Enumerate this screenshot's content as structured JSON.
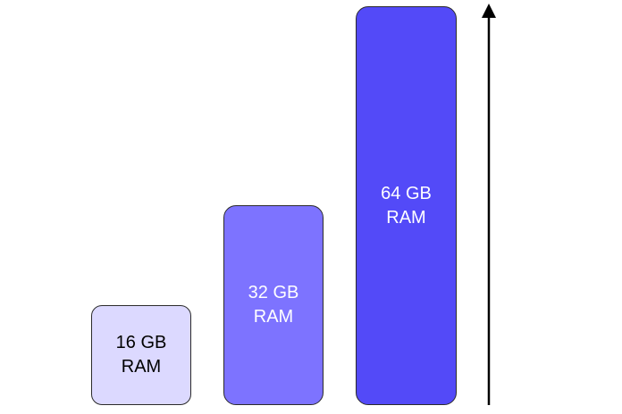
{
  "boxes": [
    {
      "line1": "16 GB",
      "line2": "RAM",
      "fill": "#dcd9ff",
      "text_color": "#000000"
    },
    {
      "line1": "32 GB",
      "line2": "RAM",
      "fill": "#7d73ff",
      "text_color": "#ffffff"
    },
    {
      "line1": "64 GB",
      "line2": "RAM",
      "fill": "#534af8",
      "text_color": "#ffffff"
    }
  ],
  "arrow": {
    "direction": "up",
    "color": "#000000"
  }
}
